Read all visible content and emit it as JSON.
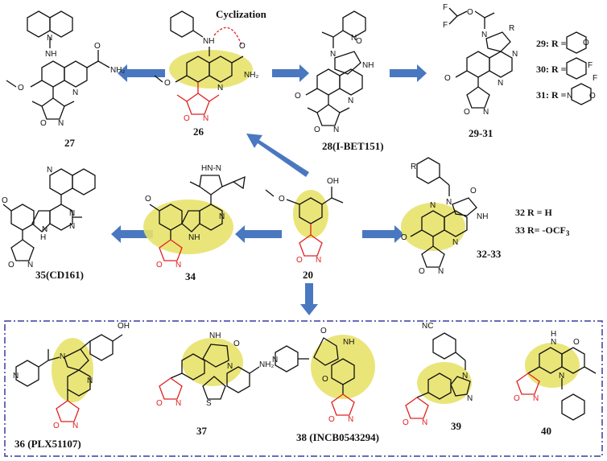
{
  "annotation": "Cyclization",
  "compounds": {
    "c27": "27",
    "c26": "26",
    "c28": "28(I-BET151)",
    "c29_31": "29-31",
    "c35": "35(CD161)",
    "c34": "34",
    "c20": "20",
    "c32_33": "32-33",
    "c36": "36 (PLX51107)",
    "c37": "37",
    "c38": "38 (INCB0543294)",
    "c39": "39",
    "c40": "40"
  },
  "r_groups": {
    "r29": "29: R =",
    "r30": "30: R =",
    "r31": "31: R =",
    "r32": "32 R = H",
    "r33": "33 R= -OCF",
    "r33_sub": "3"
  },
  "atoms": {
    "nh": "NH",
    "n": "N",
    "o": "O",
    "nh2": "NH",
    "nh2_sub": "2",
    "h": "H",
    "oh": "OH",
    "f": "F",
    "hn": "HN",
    "r": "R",
    "s": "S",
    "nc": "NC",
    "hnpyr": "HN-N"
  },
  "colors": {
    "highlight": "#e8e26a",
    "isoxazole": "#e02020",
    "arrow": "#4a78c0",
    "dashed_box": "#3a3aa0",
    "cyclization_arc": "#e02020"
  }
}
